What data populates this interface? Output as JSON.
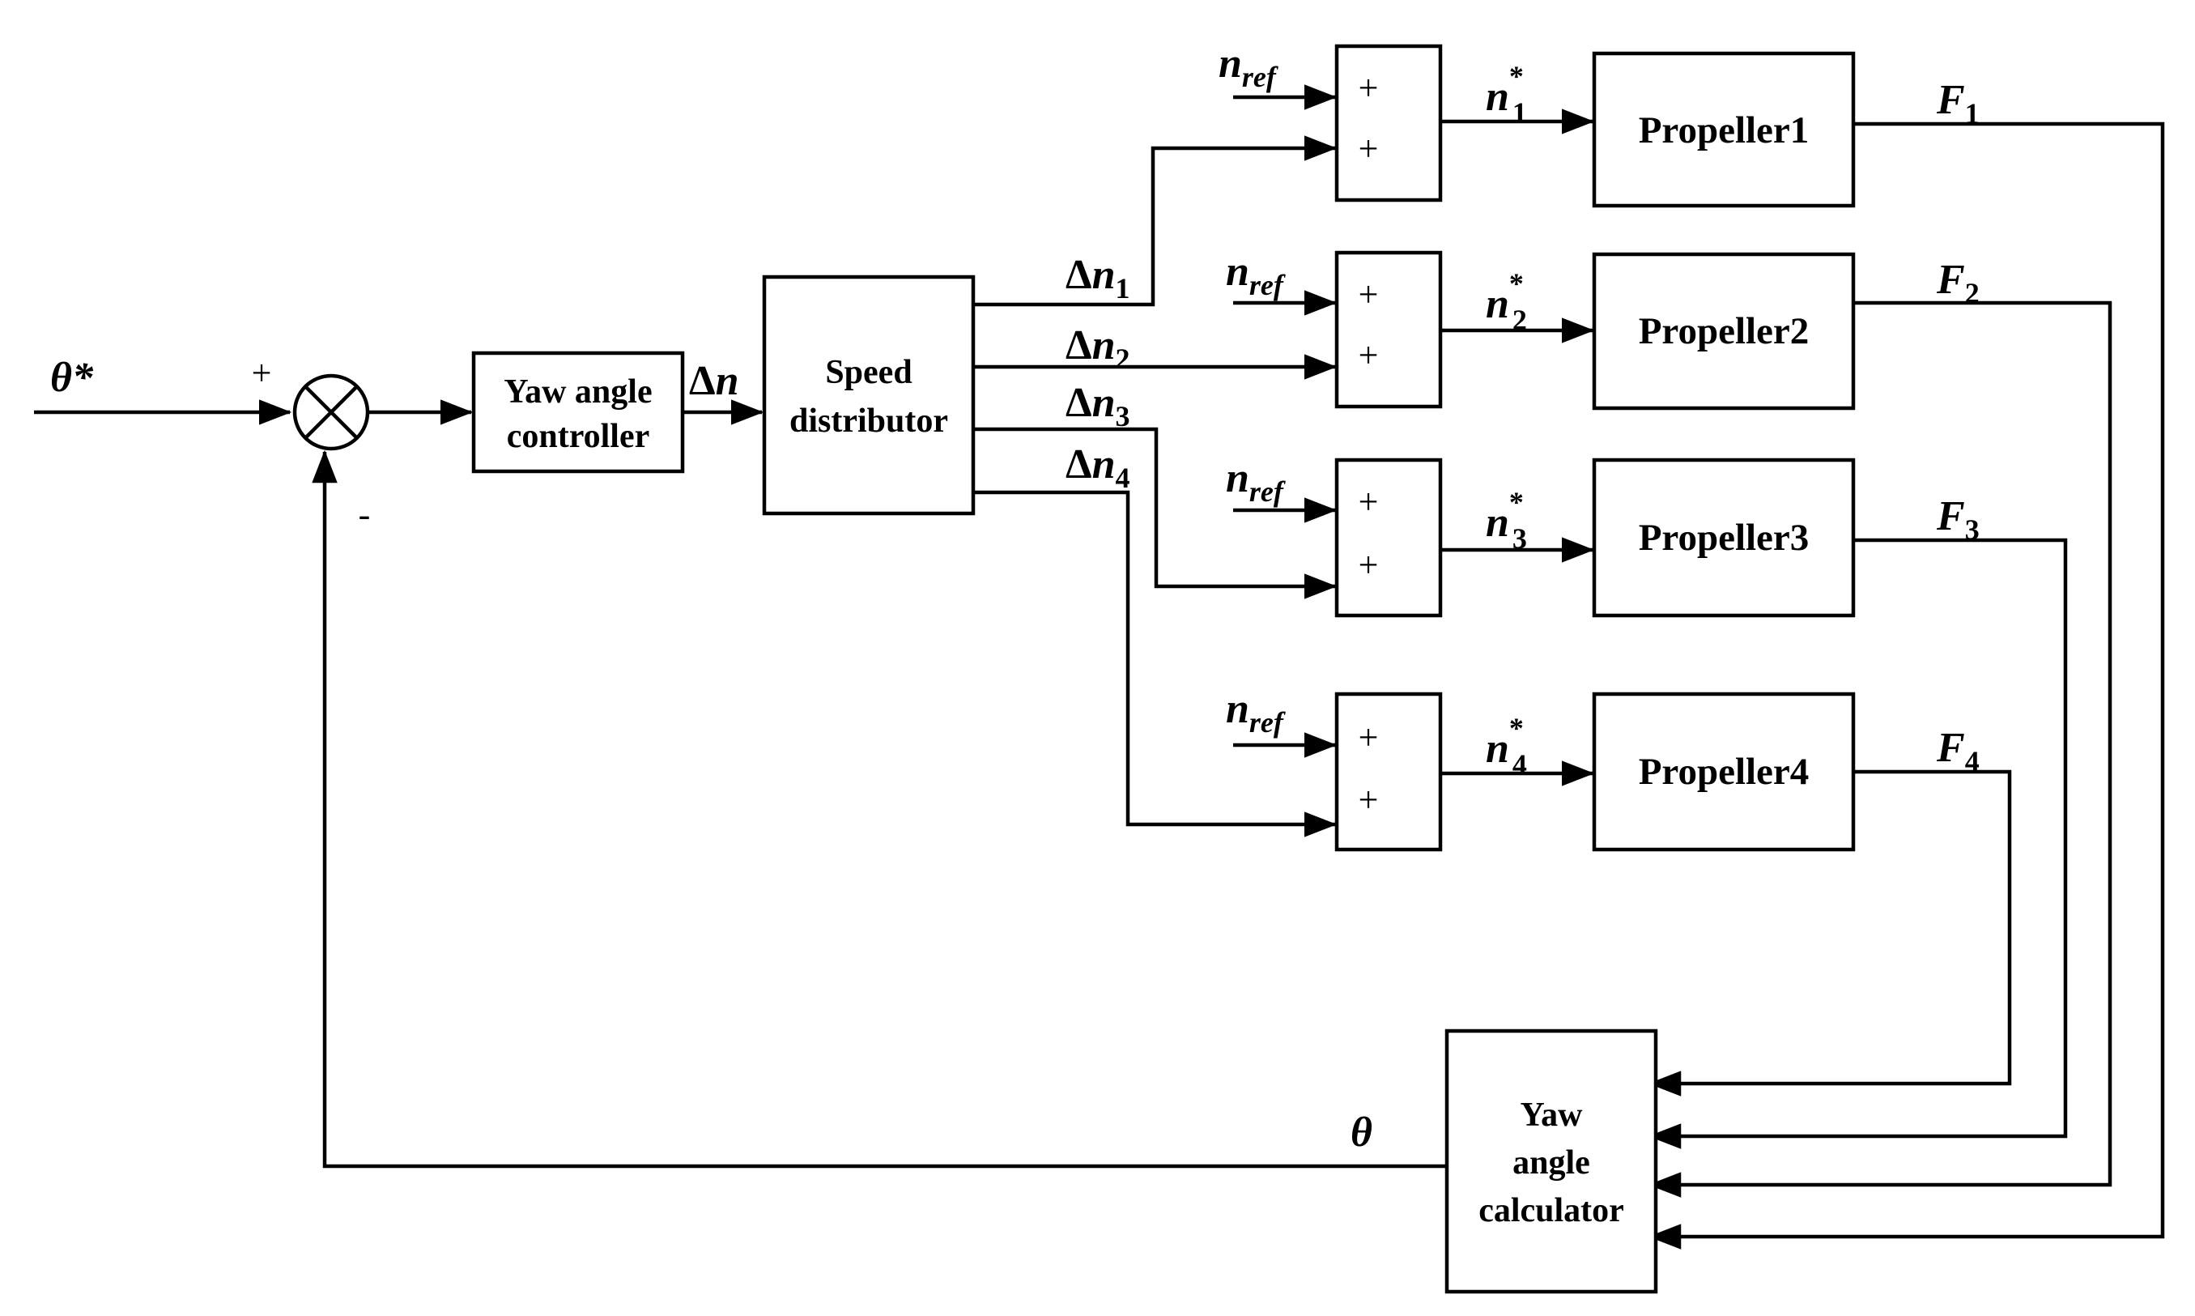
{
  "input": {
    "symbol": "θ*"
  },
  "summing_junction": {
    "plus_sign": "+",
    "minus_sign": "-"
  },
  "controller": {
    "line1": "Yaw angle",
    "line2": "controller"
  },
  "controller_output": {
    "delta": "Δ",
    "var": "n"
  },
  "distributor": {
    "line1": "Speed",
    "line2": "distributor"
  },
  "delta_outputs": [
    {
      "delta": "Δ",
      "var": "n",
      "sub": "1"
    },
    {
      "delta": "Δ",
      "var": "n",
      "sub": "2"
    },
    {
      "delta": "Δ",
      "var": "n",
      "sub": "3"
    },
    {
      "delta": "Δ",
      "var": "n",
      "sub": "4"
    }
  ],
  "nref": {
    "var": "n",
    "sub": "ref"
  },
  "adders": [
    {
      "top": "+",
      "bottom": "+"
    },
    {
      "top": "+",
      "bottom": "+"
    },
    {
      "top": "+",
      "bottom": "+"
    },
    {
      "top": "+",
      "bottom": "+"
    }
  ],
  "setpoints": [
    {
      "var": "n",
      "star": "*",
      "sub": "1"
    },
    {
      "var": "n",
      "star": "*",
      "sub": "2"
    },
    {
      "var": "n",
      "star": "*",
      "sub": "3"
    },
    {
      "var": "n",
      "star": "*",
      "sub": "4"
    }
  ],
  "propellers": [
    {
      "label": "Propeller1"
    },
    {
      "label": "Propeller2"
    },
    {
      "label": "Propeller3"
    },
    {
      "label": "Propeller4"
    }
  ],
  "forces": [
    {
      "var": "F",
      "sub": "1"
    },
    {
      "var": "F",
      "sub": "2"
    },
    {
      "var": "F",
      "sub": "3"
    },
    {
      "var": "F",
      "sub": "4"
    }
  ],
  "calculator": {
    "line1": "Yaw",
    "line2": "angle",
    "line3": "calculator"
  },
  "feedback": {
    "symbol": "θ"
  }
}
